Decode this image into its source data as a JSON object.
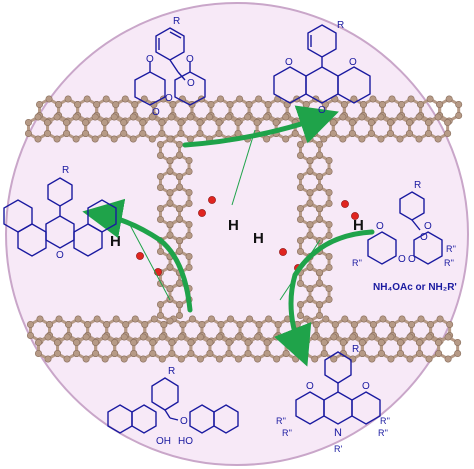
{
  "background_color": "#f7e9f7",
  "circle_border_color": "#c9a6c9",
  "framework_colors": {
    "carbon": "#b69a86",
    "oxygen": "#e0251f",
    "hydrogen": "#111111"
  },
  "arrow_color": "#1fa34a",
  "reagent_color": "#1a1aa0",
  "labels": {
    "r": "R",
    "r_double_prime": "R''",
    "r_prime": "R'",
    "o": "O",
    "n": "N",
    "oh": "OH",
    "ho": "HO",
    "h": "H",
    "ammonia_source": "NH₄OAc or NH₂R'"
  },
  "reactions": [
    {
      "reactants": "aldehyde + 2 × cyclohexane-1,3-dione",
      "product": "xanthenedione"
    },
    {
      "reactants": "aldehyde + 2 × 2-naphthol",
      "product": "14-aryl-14H-dibenzo[a,j]xanthene"
    },
    {
      "reactants": "aldehyde + 2 × dimedone + NH₄OAc or NH₂R'",
      "product": "acridinedione"
    }
  ]
}
